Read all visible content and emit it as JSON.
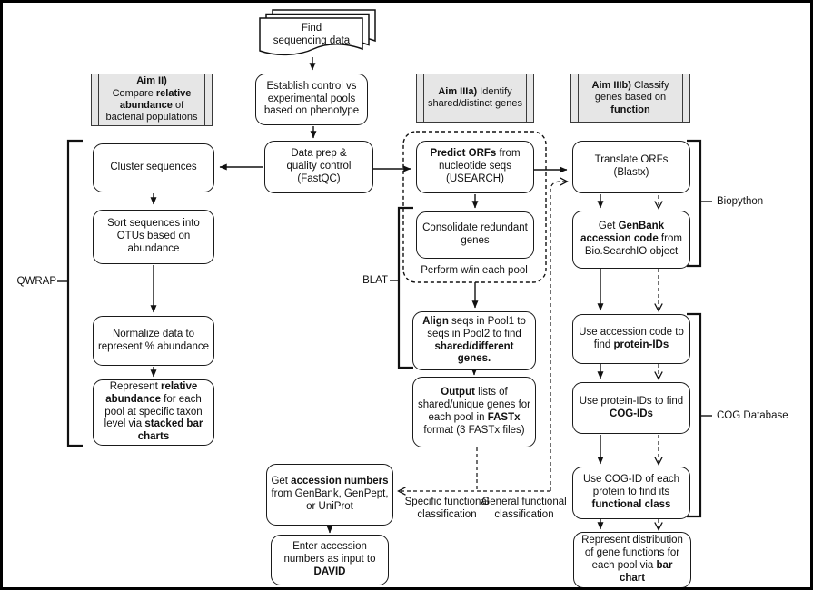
{
  "nodes": {
    "find_data": {
      "l1": "Find",
      "l2": "sequencing data"
    },
    "establish": {
      "t": "Establish control vs experimental pools based on phenotype"
    },
    "aim2": {
      "h": "Aim II)",
      "s0": "Compare ",
      "b0": "relative abundance",
      "s1": " of bacterial populations"
    },
    "aim3a": {
      "b0": "Aim IIIa)",
      "s0": " Identify shared/distinct genes"
    },
    "aim3b": {
      "b0": "Aim IIIb)",
      "s0": " Classify genes based on ",
      "b1": "function"
    },
    "dataprep": {
      "t": "Data prep & quality control (FastQC)"
    },
    "cluster": {
      "t": "Cluster sequences"
    },
    "sort": {
      "t": "Sort sequences into OTUs based on abundance"
    },
    "normalize": {
      "t": "Normalize data to represent % abundance"
    },
    "represent_ra": {
      "s0": "Represent ",
      "b0": "relative abundance",
      "s1": " for each pool at specific taxon level via ",
      "b1": "stacked bar charts"
    },
    "predict": {
      "b0": "Predict ORFs",
      "s0": " from nucleotide seqs (USEARCH)"
    },
    "consolidate": {
      "t": "Consolidate redundant genes"
    },
    "perform": {
      "t": "Perform w/in each pool"
    },
    "align": {
      "b0": "Align",
      "s0": " seqs in Pool1 to seqs in Pool2 to find ",
      "b1": "shared/different genes."
    },
    "output": {
      "b0": "Output",
      "s0": " lists of shared/unique genes for each pool in ",
      "b1": "FASTx",
      "s1": " format (3 FASTx files)"
    },
    "get_accession": {
      "s0": "Get ",
      "b0": "accession numbers",
      "s1": " from GenBank, GenPept, or UniProt"
    },
    "enter_accession": {
      "s0": "Enter accession numbers as input to ",
      "b0": "DAVID"
    },
    "translate": {
      "t": "Translate ORFs (Blastx)"
    },
    "get_genbank": {
      "s0": "Get ",
      "b0": "GenBank accession code",
      "s1": " from Bio.SearchIO object"
    },
    "use_accession": {
      "s0": "Use accession code to find ",
      "b0": "protein-IDs"
    },
    "use_protein": {
      "s0": "Use protein-IDs to find ",
      "b0": "COG-IDs"
    },
    "use_cog": {
      "s0": "Use COG-ID of each protein to find its ",
      "b0": "functional class"
    },
    "represent_dist": {
      "s0": "Represent distribution of gene functions for each pool via ",
      "b0": "bar chart"
    }
  },
  "labels": {
    "qwrap": "QWRAP",
    "blat": "BLAT",
    "biopython": "Biopython",
    "cog_db": "COG Database",
    "specific": "Specific functional classification",
    "general": "General functional classification"
  },
  "colors": {
    "line": "#111111",
    "aim_fill": "#e6e6e6",
    "aim_border": "#3a3a3a",
    "box_fill": "#ffffff"
  }
}
